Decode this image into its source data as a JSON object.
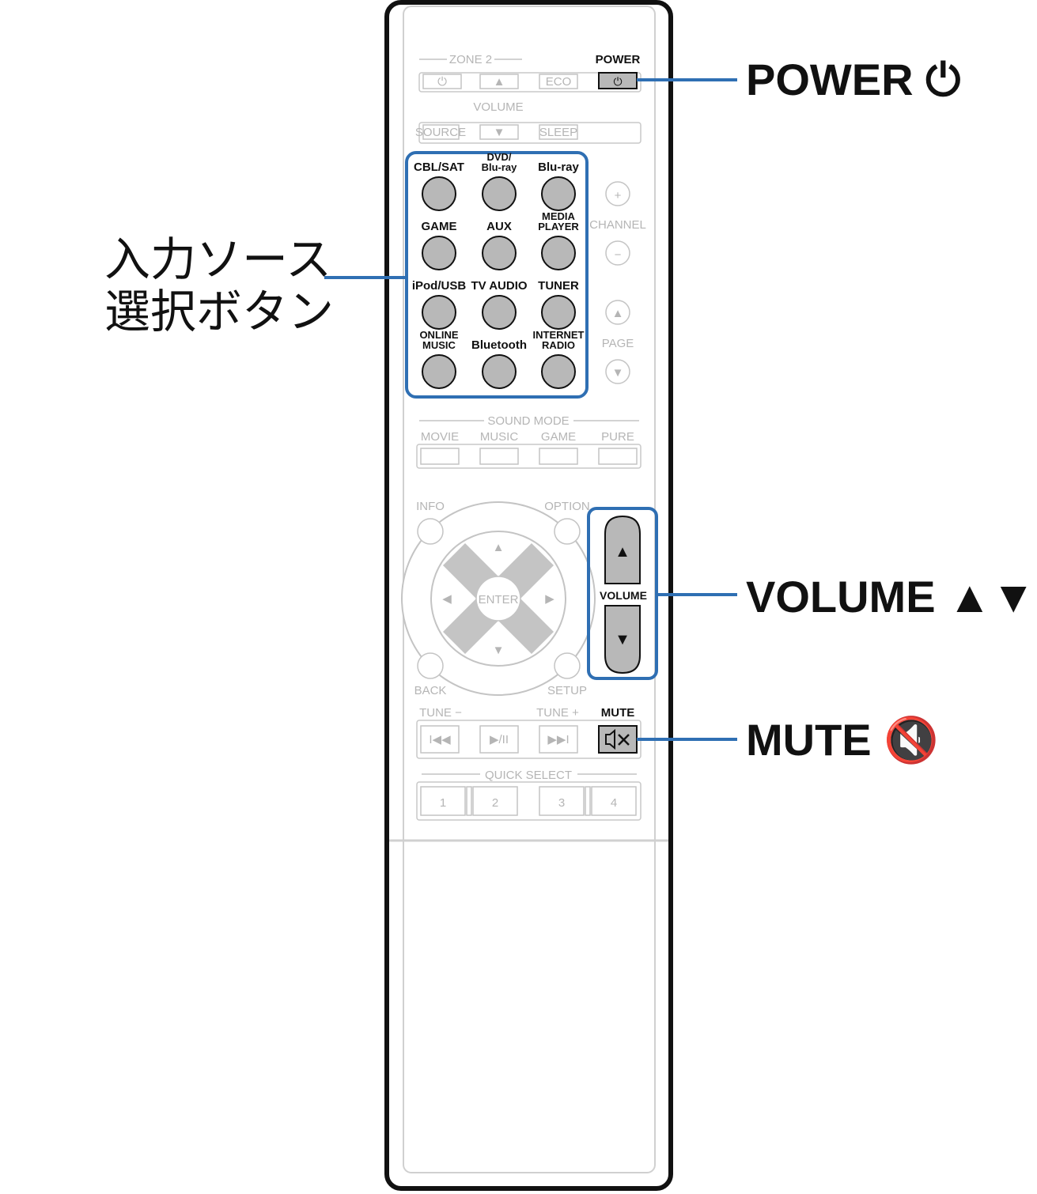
{
  "zone2": {
    "label": "ZONE 2",
    "buttons": [
      "⏻",
      "▲",
      "ECO"
    ],
    "volume_label": "VOLUME",
    "row2": [
      "SOURCE",
      "▼",
      "SLEEP"
    ]
  },
  "power": {
    "label": "POWER",
    "icon": "power-icon",
    "glyph": "⏻"
  },
  "source_buttons": [
    {
      "label": "CBL/SAT"
    },
    {
      "label": "DVD/\nBlu-ray"
    },
    {
      "label": "Blu-ray"
    },
    {
      "label": "GAME"
    },
    {
      "label": "AUX"
    },
    {
      "label": "MEDIA\nPLAYER"
    },
    {
      "label": "iPod/USB"
    },
    {
      "label": "TV AUDIO"
    },
    {
      "label": "TUNER"
    },
    {
      "label": "ONLINE\nMUSIC"
    },
    {
      "label": "Bluetooth"
    },
    {
      "label": "INTERNET\nRADIO"
    }
  ],
  "channel": {
    "plus": "+",
    "label": "CHANNEL",
    "minus": "−"
  },
  "page": {
    "up": "▲",
    "label": "PAGE",
    "down": "▼"
  },
  "sound_mode": {
    "label": "SOUND MODE",
    "buttons": [
      "MOVIE",
      "MUSIC",
      "GAME",
      "PURE"
    ]
  },
  "nav": {
    "info": "INFO",
    "option": "OPTION",
    "enter": "ENTER",
    "back": "BACK",
    "setup": "SETUP",
    "up": "▲",
    "down": "▼",
    "left": "◀",
    "right": "▶"
  },
  "volume": {
    "label": "VOLUME",
    "up": "▲",
    "down": "▼"
  },
  "tune": {
    "minus_label": "TUNE −",
    "plus_label": "TUNE +",
    "prev": "I◀◀",
    "play": "▶/II",
    "next": "▶▶I"
  },
  "mute": {
    "label": "MUTE",
    "glyph": "🔇"
  },
  "quick_select": {
    "label": "QUICK SELECT",
    "buttons": [
      "1",
      "2",
      "3",
      "4"
    ]
  },
  "callouts": {
    "power": "POWER ⏻",
    "source_line1": "入力ソース",
    "source_line2": "選択ボタン",
    "volume": "VOLUME ▲▼",
    "mute": "MUTE 🔇"
  },
  "colors": {
    "highlight": "#2f6fb3",
    "button_gray": "#b8b8b8",
    "outline": "#111111",
    "dim": "#c4c4c4"
  }
}
